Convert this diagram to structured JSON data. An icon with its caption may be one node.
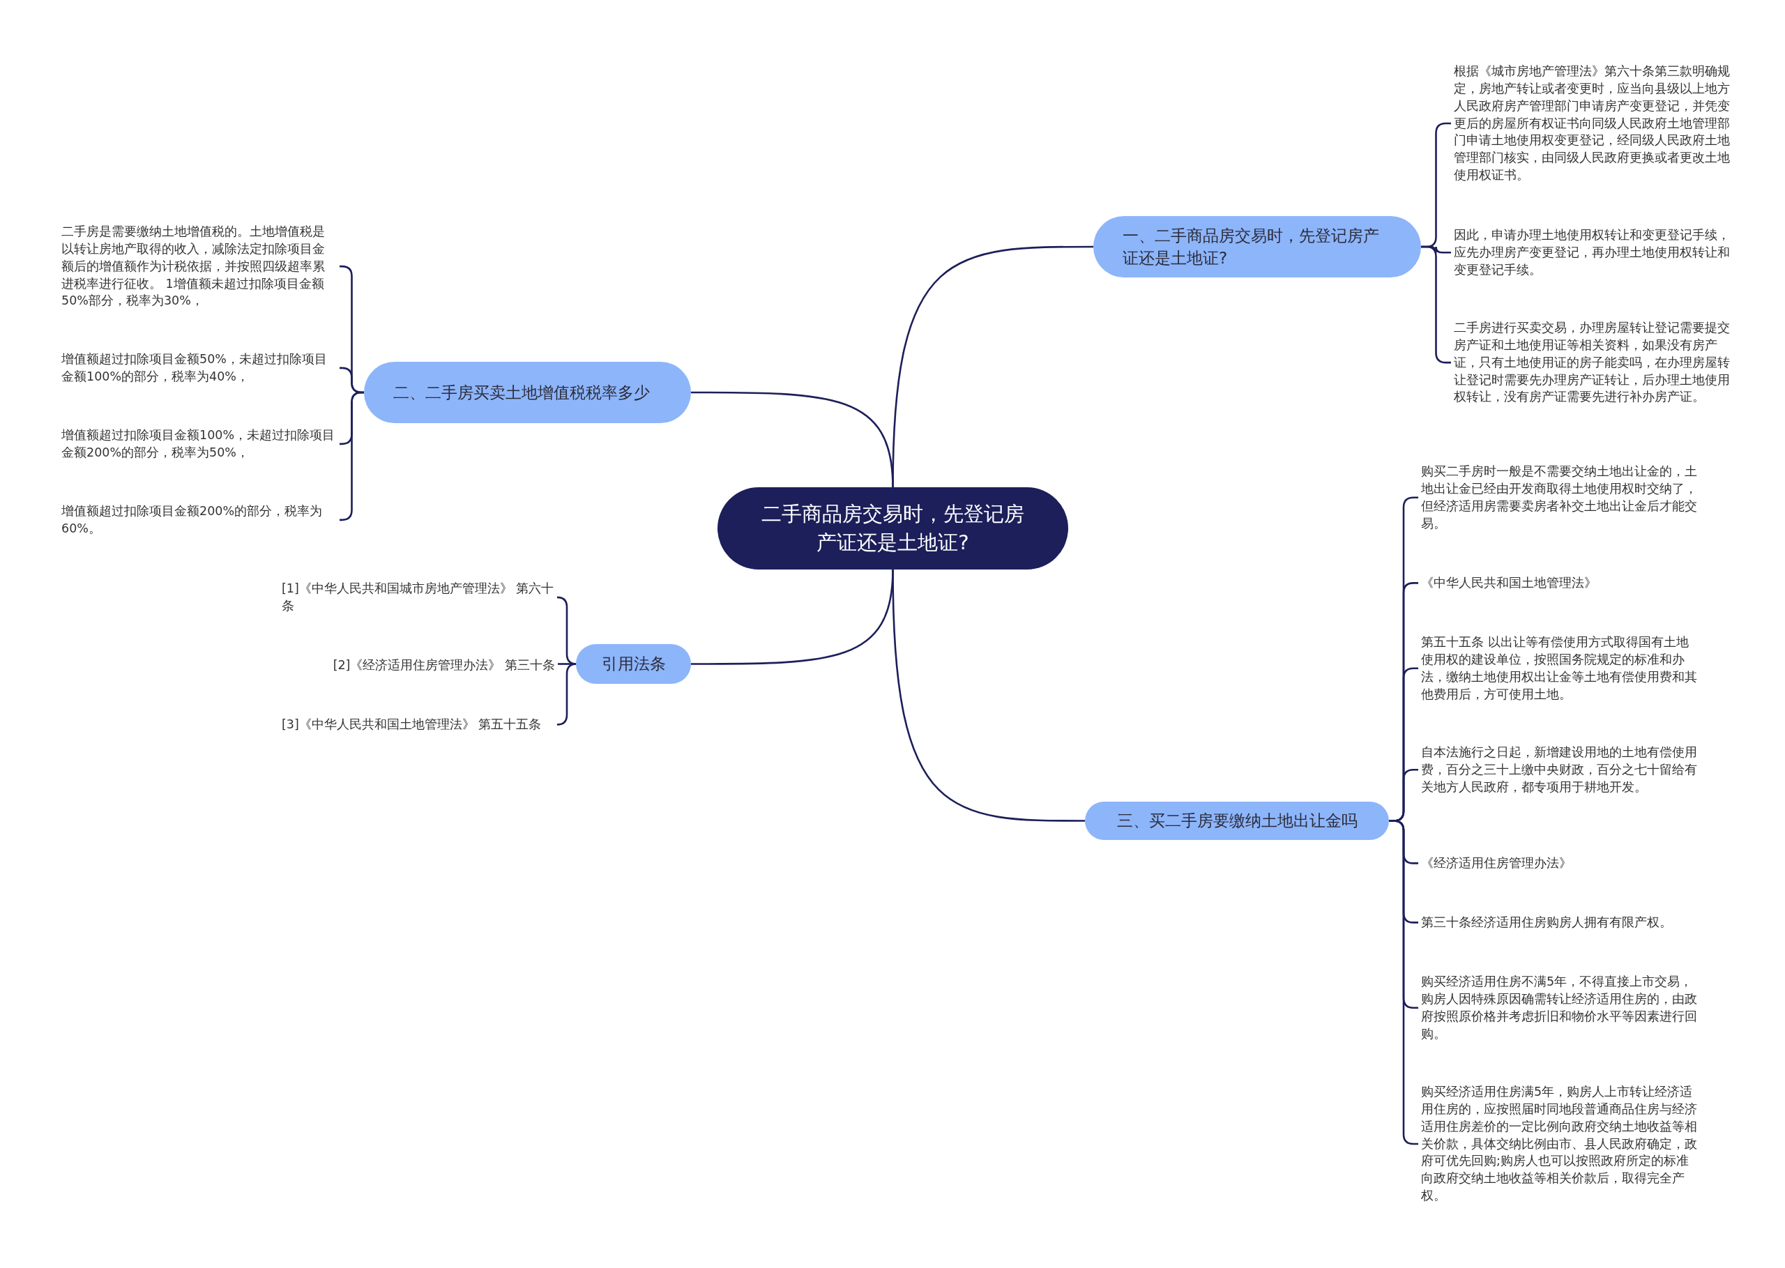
{
  "diagram": {
    "nodes": [
      {
        "text": [
          "二手商品房交易时，先登记房产证还是土地证?"
        ]
      },
      {
        "text": [
          "一、二手商品房交易时，先登记房产证还是土地证?"
        ]
      },
      {
        "text": [
          "根据《城市房地产管理法》第六十条第三款明确规定，房地产转让或者变更时，应当向县级以上地方人民政府房产管理部门申请房产变更登记，并凭变更后的房屋所有权证书向同级人民政府土地管理部门申请土地使用权变更登记，经同级人民政府土地管理部门核实，由同级人民政府更换或者更改土地使用权证书。"
        ]
      },
      {
        "text": [
          "因此，申请办理土地使用权转让和变更登记手续，应先办理房产变更登记，再办理土地使用权转让和变更登记手续。"
        ]
      },
      {
        "text": [
          "二手房进行买卖交易，办理房屋转让登记需要提交房产证和土地使用证等相关资料，如果没有房产证，只有土地使用证的房子能卖吗，在办理房屋转让登记时需要先办理房产证转让，后办理土地使用权转让，没有房产证需要先进行补办房产证。"
        ]
      },
      {
        "text": [
          "二、二手房买卖土地增值税税率多少"
        ]
      },
      {
        "text": [
          "二手房是需要缴纳土地增值税的。土地增值税是以转让房地产取得的收入，减除法定扣除项目金额后的增值额作为计税依据，并按照四级超率累进税率进行征收。 1增值额未超过扣除项目金额50%部分，税率为30%，"
        ]
      },
      {
        "text": [
          "增值额超过扣除项目金额50%，未超过扣除项目金额100%的部分，税率为40%，"
        ]
      },
      {
        "text": [
          "增值额超过扣除项目金额100%，未超过扣除项目金额200%的部分，税率为50%，"
        ]
      },
      {
        "text": [
          "增值额超过扣除项目金额200%的部分，税率为60%。"
        ]
      },
      {
        "text": [
          "引用法条"
        ]
      },
      {
        "text": [
          "[1]《中华人民共和国城市房地产管理法》 第六十条"
        ]
      },
      {
        "text": [
          "[2]《经济适用住房管理办法》 第三十条"
        ]
      },
      {
        "text": [
          "[3]《中华人民共和国土地管理法》 第五十五条"
        ]
      },
      {
        "text": [
          "三、买二手房要缴纳土地出让金吗"
        ]
      },
      {
        "text": [
          "购买二手房时一般是不需要交纳土地出让金的，土地出让金已经由开发商取得土地使用权时交纳了，但经济适用房需要卖房者补交土地出让金后才能交易。"
        ]
      },
      {
        "text": [
          "《中华人民共和国土地管理法》"
        ]
      },
      {
        "text": [
          "第五十五条 以出让等有偿使用方式取得国有土地使用权的建设单位，按照国务院规定的标准和办法，缴纳土地使用权出让金等土地有偿使用费和其他费用后，方可使用土地。"
        ]
      },
      {
        "text": [
          "自本法施行之日起，新增建设用地的土地有偿使用费，百分之三十上缴中央财政，百分之七十留给有关地方人民政府，都专项用于耕地开发。"
        ]
      },
      {
        "text": [
          "《经济适用住房管理办法》"
        ]
      },
      {
        "text": [
          "第三十条经济适用住房购房人拥有有限产权。"
        ]
      },
      {
        "text": [
          "购买经济适用住房不满5年，不得直接上市交易，购房人因特殊原因确需转让经济适用住房的，由政府按照原价格并考虑折旧和物价水平等因素进行回购。"
        ]
      },
      {
        "text": [
          "购买经济适用住房满5年，购房人上市转让经济适用住房的，应按照届时同地段普通商品住房与经济适用住房差价的一定比例向政府交纳土地收益等相关价款，具体交纳比例由市、县人民政府确定，政府可优先回购;购房人也可以按照政府所定的标准向政府交纳土地收益等相关价款后，取得完全产权。"
        ]
      }
    ],
    "edges": [
      {
        "from": 0,
        "to": 1,
        "arrow": "none"
      },
      {
        "from": 0,
        "to": 5,
        "arrow": "none"
      },
      {
        "from": 0,
        "to": 10,
        "arrow": "none"
      },
      {
        "from": 0,
        "to": 14,
        "arrow": "none"
      },
      {
        "from": 1,
        "to": 2,
        "arrow": "none"
      },
      {
        "from": 1,
        "to": 3,
        "arrow": "none"
      },
      {
        "from": 1,
        "to": 4,
        "arrow": "none"
      },
      {
        "from": 5,
        "to": 6,
        "arrow": "none"
      },
      {
        "from": 5,
        "to": 7,
        "arrow": "none"
      },
      {
        "from": 5,
        "to": 8,
        "arrow": "none"
      },
      {
        "from": 5,
        "to": 9,
        "arrow": "none"
      },
      {
        "from": 10,
        "to": 11,
        "arrow": "none"
      },
      {
        "from": 10,
        "to": 12,
        "arrow": "none"
      },
      {
        "from": 10,
        "to": 13,
        "arrow": "none"
      },
      {
        "from": 14,
        "to": 15,
        "arrow": "none"
      },
      {
        "from": 14,
        "to": 16,
        "arrow": "none"
      },
      {
        "from": 14,
        "to": 17,
        "arrow": "none"
      },
      {
        "from": 14,
        "to": 18,
        "arrow": "none"
      },
      {
        "from": 14,
        "to": 19,
        "arrow": "none"
      },
      {
        "from": 14,
        "to": 20,
        "arrow": "none"
      },
      {
        "from": 14,
        "to": 21,
        "arrow": "none"
      },
      {
        "from": 14,
        "to": 22,
        "arrow": "none"
      }
    ]
  }
}
